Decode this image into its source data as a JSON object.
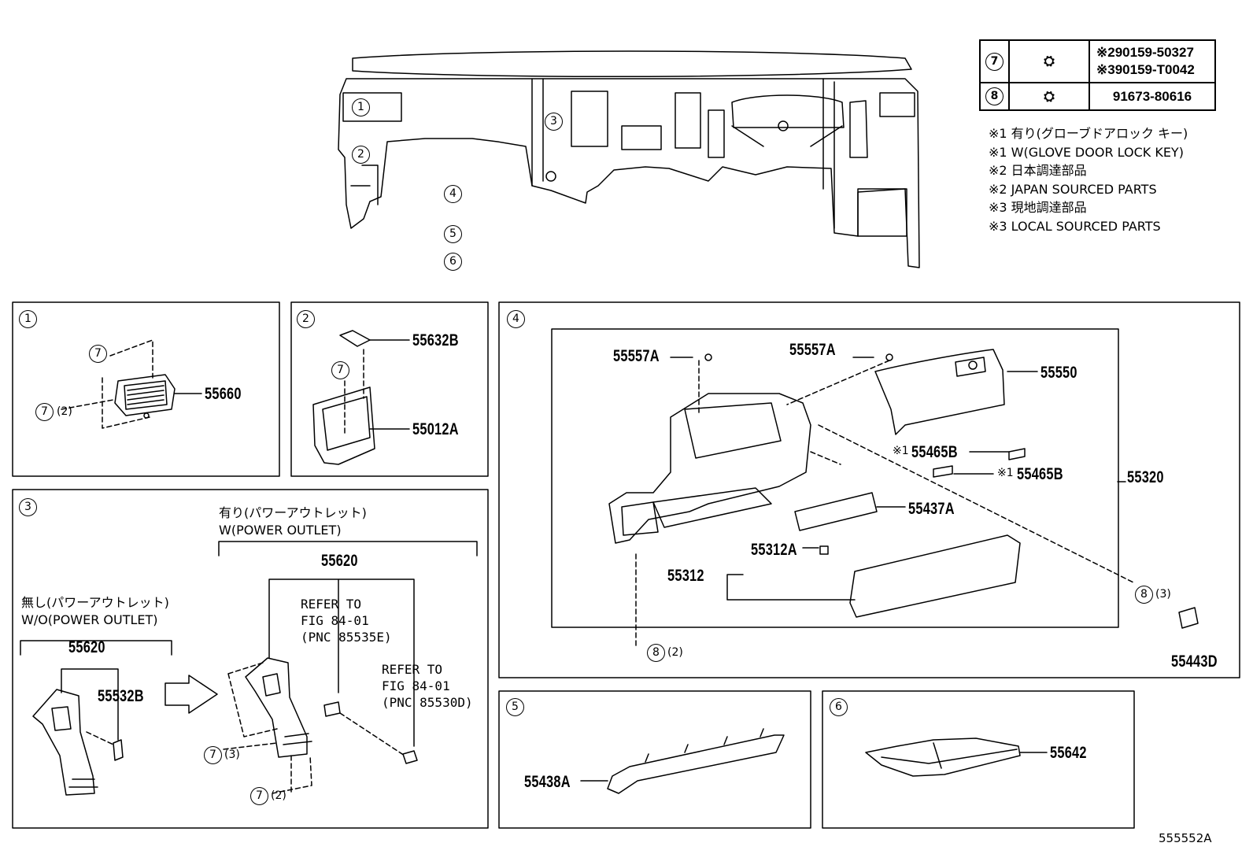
{
  "legend_table": {
    "rows": [
      {
        "ref": "7",
        "parts": [
          "※290159-50327",
          "※390159-T0042"
        ]
      },
      {
        "ref": "8",
        "parts": [
          "91673-80616"
        ]
      }
    ]
  },
  "notes": [
    "※1 有り(グローブドアロック キー)",
    "※1 W(GLOVE DOOR LOCK KEY)",
    "※2 日本調達部品",
    "※2 JAPAN SOURCED PARTS",
    "※3 現地調達部品",
    "※3 LOCAL SOURCED PARTS"
  ],
  "overview": {
    "callouts": [
      "1",
      "2",
      "3",
      "4",
      "5",
      "6"
    ]
  },
  "panel1": {
    "ref": "1",
    "parts": [
      "55660"
    ],
    "callouts": [
      "7",
      "7"
    ],
    "qty": "(2)"
  },
  "panel2": {
    "ref": "2",
    "parts": [
      "55632B",
      "55012A"
    ],
    "callouts": [
      "7"
    ]
  },
  "panel3": {
    "ref": "3",
    "with_jp": "有り(パワーアウトレット)",
    "with_en": "W(POWER OUTLET)",
    "without_jp": "無し(パワーアウトレット)",
    "without_en": "W/O(POWER OUTLET)",
    "parts": [
      "55620",
      "55620",
      "55532B"
    ],
    "refer1": [
      "REFER TO",
      "FIG 84-01",
      "(PNC 85535E)"
    ],
    "refer2": [
      "REFER TO",
      "FIG 84-01",
      "(PNC 85530D)"
    ],
    "callouts": [
      "7",
      "7"
    ],
    "qtys": [
      "(3)",
      "(2)"
    ]
  },
  "panel4": {
    "ref": "4",
    "parts": [
      "55557A",
      "55557A",
      "55550",
      "55465B",
      "55465B",
      "55320",
      "55437A",
      "55312A",
      "55312",
      "55443D"
    ],
    "marks": [
      "※1",
      "※1"
    ],
    "callouts": [
      "8",
      "8"
    ],
    "qtys": [
      "(3)",
      "(2)"
    ]
  },
  "panel5": {
    "ref": "5",
    "parts": [
      "55438A"
    ]
  },
  "panel6": {
    "ref": "6",
    "parts": [
      "55642"
    ]
  },
  "figure_id": "555552A"
}
